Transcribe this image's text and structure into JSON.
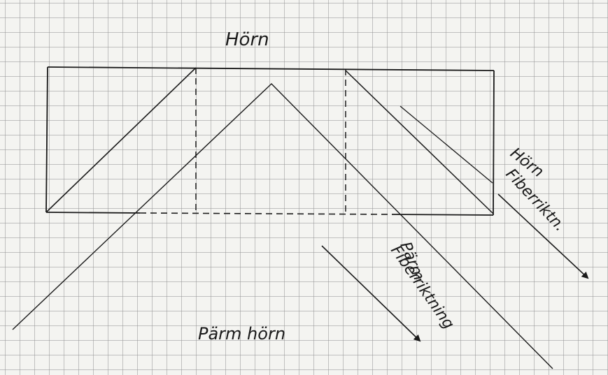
{
  "labels": {
    "top": "Hörn",
    "bottom": "Pärm hörn",
    "right_1": "Hörn",
    "right_2": "Fiberriktn.",
    "mid_1": "Pärm",
    "mid_2": "Fiberriktning"
  },
  "colors": {
    "paper": "#f4f4f1",
    "grid": "#969696",
    "ink": "#1a1a1a"
  }
}
